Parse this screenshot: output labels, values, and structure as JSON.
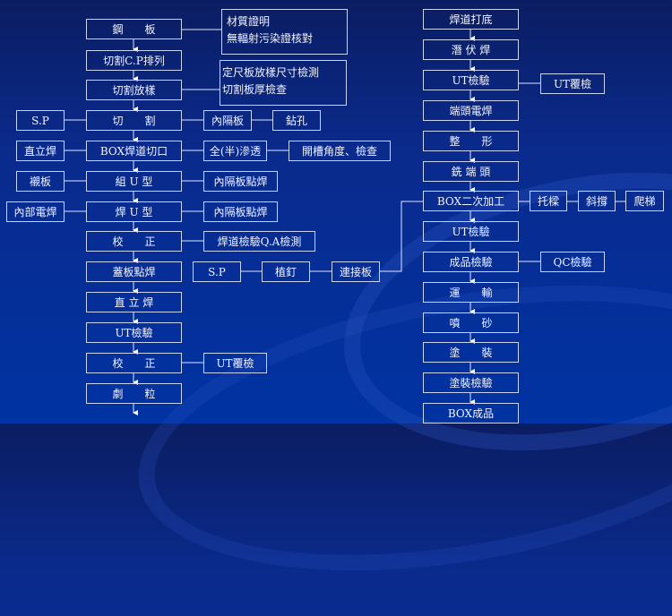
{
  "left_column": [
    "鋼　　板",
    "切割C.P排列",
    "切割放樣",
    "切　　割",
    "BOX焊道切口",
    "組 U 型",
    "焊 U 型",
    "校　　正",
    "蓋板點焊",
    "直 立 焊",
    "UT檢驗",
    "校　　正",
    "劇　　粒"
  ],
  "notes": {
    "steel_plate": [
      "材質證明",
      "無輻射污染證核對"
    ],
    "cut_layout": [
      "定尺板放樣尺寸檢測",
      "切割板厚檢查"
    ]
  },
  "left_side": {
    "sp": "S.P",
    "vertical_weld": "直立焊",
    "backing_plate": "襯板",
    "internal_weld": "內部電焊"
  },
  "right_side": {
    "inner_diaphragm": "內隔板",
    "drilling": "鉆孔",
    "penetration": "全(半)滲透",
    "groove_check": "開槽角度、檢查",
    "diaphragm_tack_1": "內隔板點焊",
    "diaphragm_tack_2": "內隔板點焊",
    "weld_qa": "焊道檢驗Q.A檢測",
    "sp2": "S.P",
    "stud": "植釘",
    "connection_plate": "連接板",
    "ut_recheck": "UT覆檢"
  },
  "right_column": [
    "焊道打底",
    "潛 伏 焊",
    "UT檢驗",
    "端頭電焊",
    "整　　形",
    "銑 端 頭",
    "BOX二次加工",
    "UT檢驗",
    "成品檢驗",
    "運　　輸",
    "噴　　砂",
    "塗　　裝",
    "塗裝檢驗",
    "BOX成品"
  ],
  "right_column_side": {
    "ut_recheck": "UT覆檢",
    "qc_check": "QC檢驗",
    "beam_support": "托樑",
    "brace": "斜撐",
    "ladder": "爬梯"
  }
}
